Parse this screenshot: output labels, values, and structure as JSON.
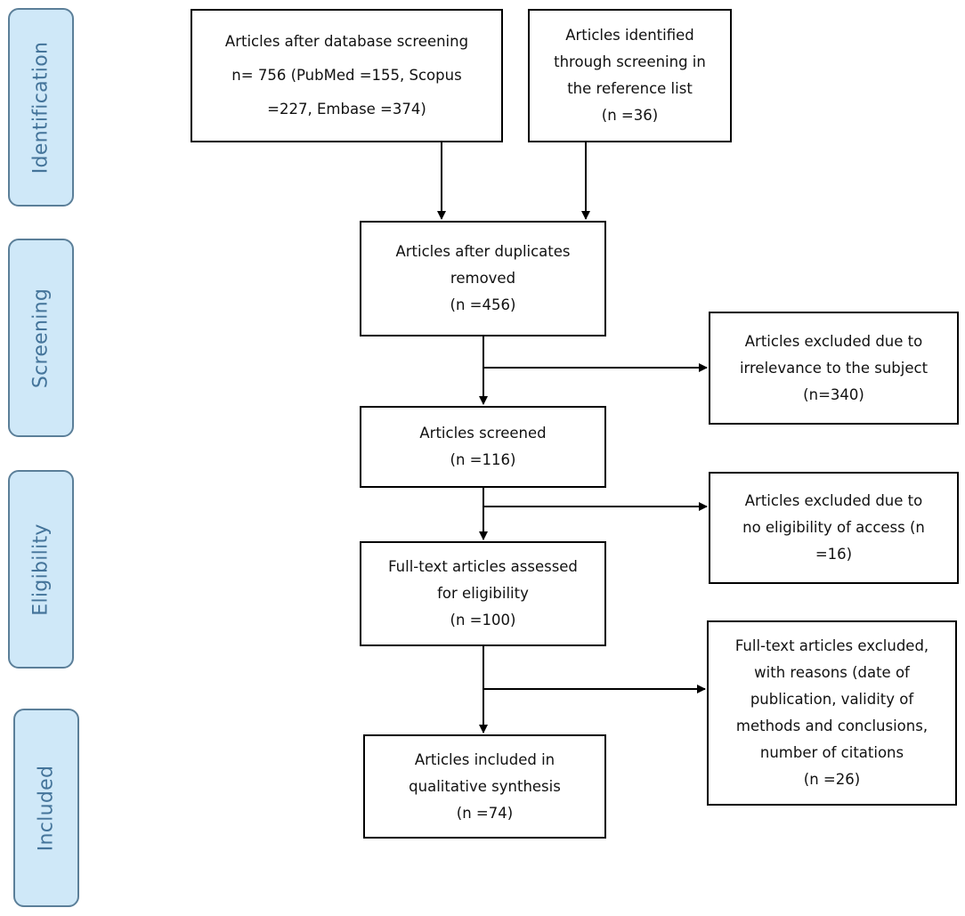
{
  "stages": {
    "identification": "Identification",
    "screening": "Screening",
    "eligibility": "Eligibility",
    "included": "Included"
  },
  "boxes": {
    "database": {
      "line1": "Articles after database screening",
      "line2": "n= 756 (PubMed =155, Scopus",
      "line3": "=227, Embase =374)"
    },
    "reference": {
      "line1": "Articles identified",
      "line2": "through screening in",
      "line3": "the reference list",
      "line4": "(n =36)"
    },
    "duplicates": {
      "line1": "Articles after duplicates",
      "line2": "removed",
      "line3": "(n =456)"
    },
    "excluded_irrelevance": {
      "line1": "Articles excluded due to",
      "line2": "irrelevance to the subject",
      "line3": "(n=340)"
    },
    "screened": {
      "line1": "Articles screened",
      "line2": "(n =116)"
    },
    "excluded_access": {
      "line1": "Articles excluded due to",
      "line2": "no eligibility of access (n",
      "line3": "=16)"
    },
    "fulltext": {
      "line1": "Full-text articles assessed",
      "line2": "for eligibility",
      "line3": "(n =100)"
    },
    "excluded_fulltext": {
      "line1": "Full-text articles excluded,",
      "line2": "with reasons (date of",
      "line3": "publication, validity of",
      "line4": "methods and conclusions,",
      "line5": "number of citations",
      "line6": "(n =26)"
    },
    "included": {
      "line1": "Articles included in",
      "line2": "qualitative synthesis",
      "line3": "(n =74)"
    }
  }
}
